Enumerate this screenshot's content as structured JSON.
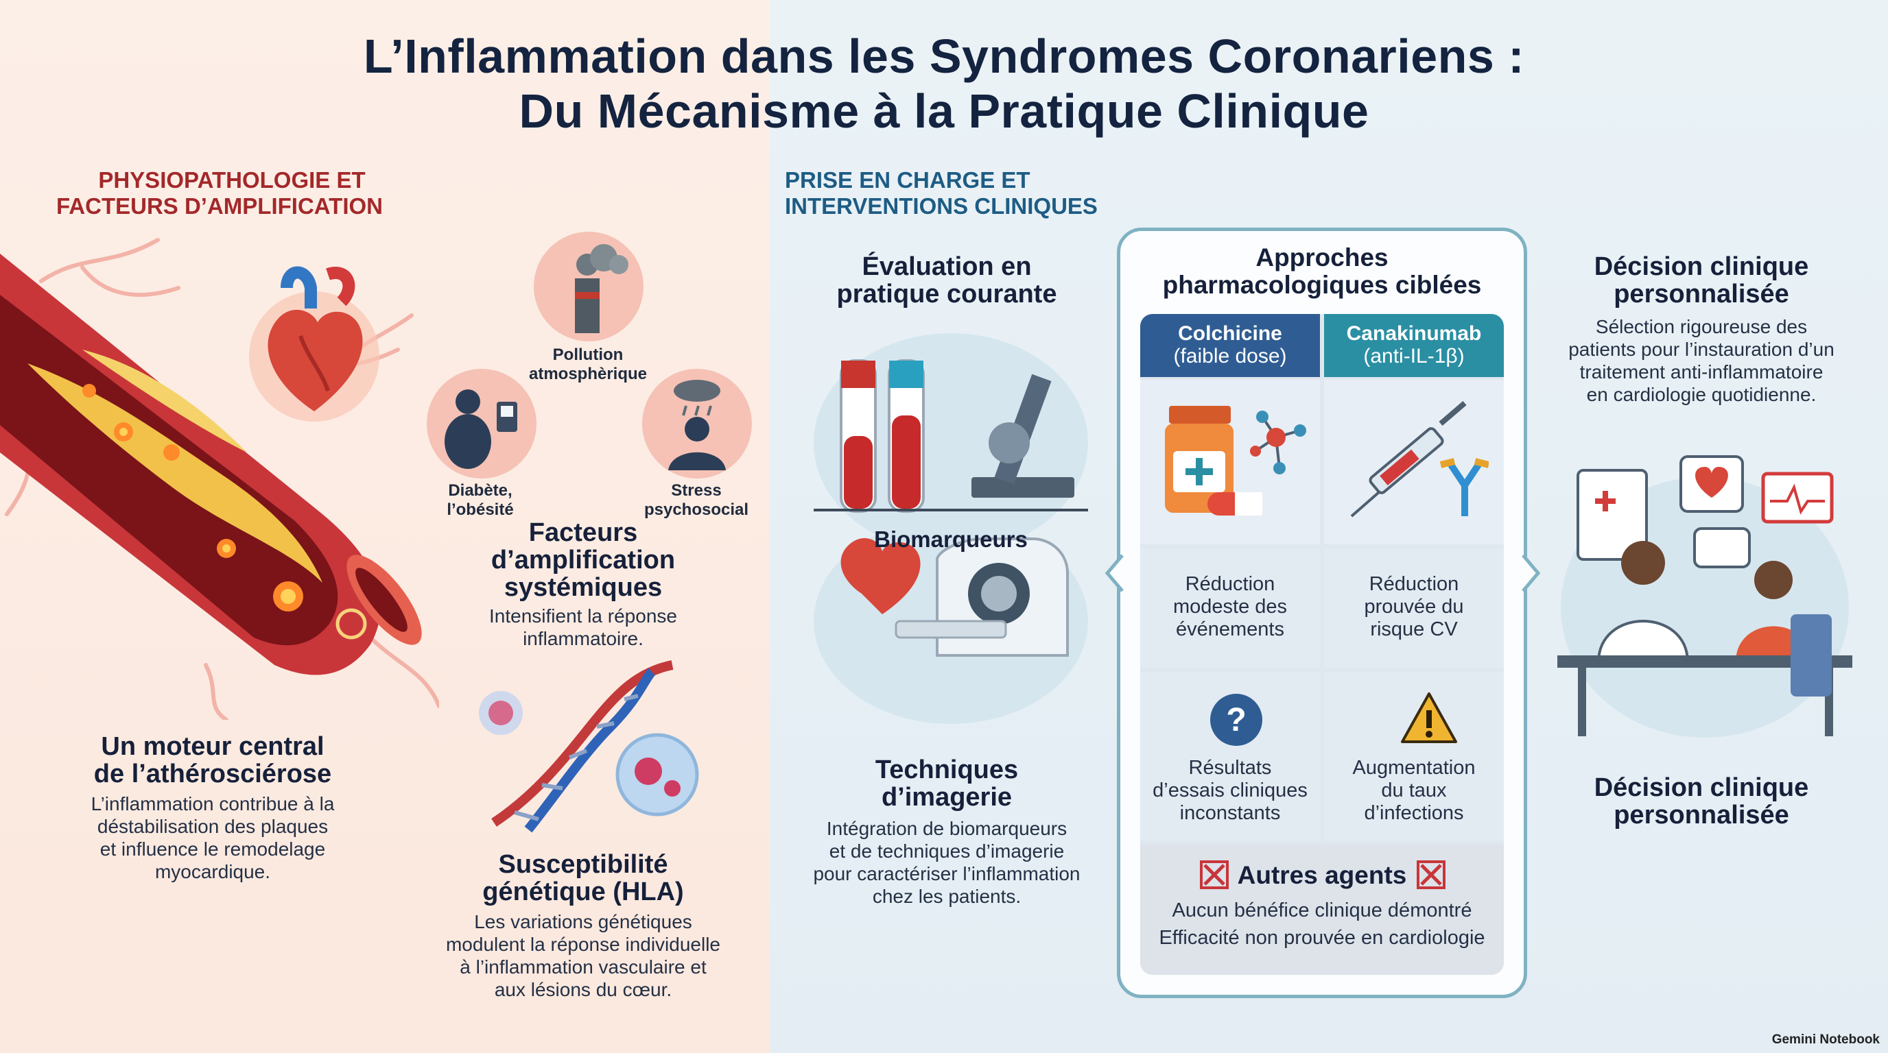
{
  "title": {
    "line1": "L’Inflammation dans les Syndromes Coronariens :",
    "line2": "Du Mécanisme à la Pratique Clinique"
  },
  "left": {
    "section_title_1": "PHYSIOPATHOLOGIE ET",
    "section_title_2": "FACTEURS D’AMPLIFICATION",
    "factors": {
      "pollution_1": "Pollution",
      "pollution_2": "atmosphèrique",
      "diabete_1": "Diabète,",
      "diabete_2": "l’obésité",
      "stress_1": "Stress",
      "stress_2": "psychosocial",
      "heading_1": "Facteurs",
      "heading_2": "d’amplification",
      "heading_3": "systémiques",
      "text_1": "Intensifient la réponse",
      "text_2": "inflammatoire."
    },
    "moteur": {
      "heading_1": "Un moteur central",
      "heading_2": "de l’athérosciérose",
      "text_1": "L’inflammation contribue à la",
      "text_2": "déstabilisation des plaques",
      "text_3": "et influence le remodelage",
      "text_4": "myocardique."
    },
    "genetique": {
      "heading_1": "Susceptibilité",
      "heading_2": "génétique (HLA)",
      "text_1": "Les variations génétiques",
      "text_2": "modulent la réponse individuelle",
      "text_3": "à l’inflammation vasculaire et",
      "text_4": "aux lésions du cœur."
    }
  },
  "right": {
    "section_title_1": "PRISE EN CHARGE ET",
    "section_title_2": "INTERVENTIONS CLINIQUES",
    "evaluation": {
      "heading_1": "Évaluation en",
      "heading_2": "pratique courante",
      "biomarqueurs": "Biomarqueurs",
      "imagerie_1": "Techniques",
      "imagerie_2": "d’imagerie",
      "text_1": "Intégration de biomarqueurs",
      "text_2": "et de techniques d’imagerie",
      "text_3": "pour caractériser l’inflammation",
      "text_4": "chez les patients."
    },
    "approches": {
      "heading_1": "Approches",
      "heading_2": "pharmacologiques ciblées",
      "col1_name": "Colchicine",
      "col1_sub": "(faible dose)",
      "col2_name": "Canakinumab",
      "col2_sub": "(anti-IL-1β)",
      "r1c1_1": "Réduction",
      "r1c1_2": "modeste des",
      "r1c1_3": "événements",
      "r1c2_1": "Réduction",
      "r1c2_2": "prouvée du",
      "r1c2_3": "risque CV",
      "r2c1_1": "Résultats",
      "r2c1_2": "d’essais cliniques",
      "r2c1_3": "inconstants",
      "r2c2_1": "Augmentation",
      "r2c2_2": "du taux",
      "r2c2_3": "d’infections",
      "autres_heading": "Autres agents",
      "autres_1": "Aucun bénéfice clinique démontré",
      "autres_2": "Efficacité non prouvée en cardiologie"
    },
    "decision": {
      "heading_1": "Décision clinique",
      "heading_2": "personnalisée",
      "text_1": "Sélection rigoureuse des",
      "text_2": "patients pour l’instauration d’un",
      "text_3": "traitement anti-inflammatoire",
      "text_4": "en cardiologie quotidienne.",
      "bottom_1": "Décision clinique",
      "bottom_2": "personnalisée"
    }
  },
  "footer": "Gemini Notebook",
  "colors": {
    "accent_red": "#a3282a",
    "accent_blue": "#1d5c84",
    "colchicine_head": "#2f5d93",
    "canakinumab_head": "#2a8fa3"
  }
}
